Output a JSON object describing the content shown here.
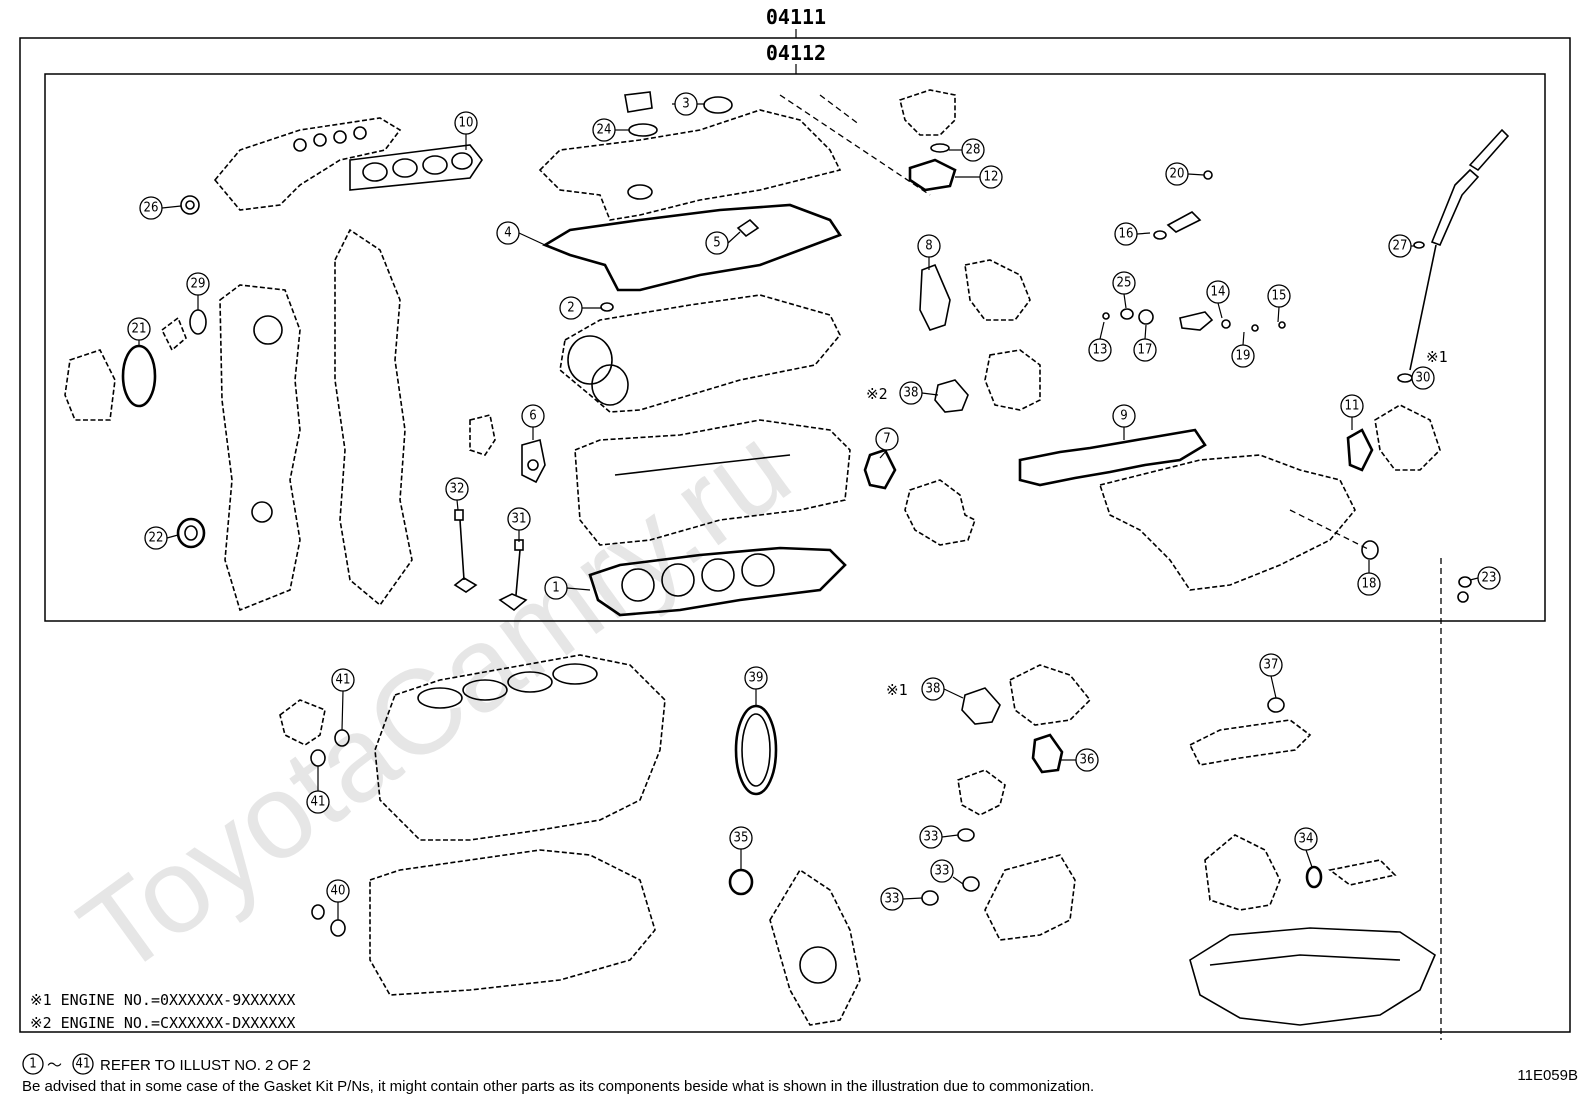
{
  "kits": {
    "outer": "04111",
    "inner": "04112"
  },
  "callouts": {
    "c1": "1",
    "c2": "2",
    "c3": "3",
    "c4": "4",
    "c5": "5",
    "c6": "6",
    "c7": "7",
    "c8": "8",
    "c9": "9",
    "c10": "10",
    "c11": "11",
    "c12": "12",
    "c13": "13",
    "c14": "14",
    "c15": "15",
    "c16": "16",
    "c17": "17",
    "c18": "18",
    "c19": "19",
    "c20": "20",
    "c21": "21",
    "c22": "22",
    "c23": "23",
    "c24": "24",
    "c25": "25",
    "c26": "26",
    "c27": "27",
    "c28": "28",
    "c29": "29",
    "c30": "30",
    "c31": "31",
    "c32": "32",
    "c33": "33",
    "c34": "34",
    "c35": "35",
    "c36": "36",
    "c37": "37",
    "c38": "38",
    "c39": "39",
    "c40": "40",
    "c41": "41"
  },
  "marks": {
    "m1": "※1",
    "m2": "※2"
  },
  "notes": {
    "note1": "※1 ENGINE NO.=0XXXXXX-9XXXXXX",
    "note2": "※2 ENGINE NO.=CXXXXXX-DXXXXXX"
  },
  "footer": {
    "range_start": "1",
    "range_end": "41",
    "range_sep": "～",
    "refer_text": "REFER TO ILLUST NO. 2 OF 2",
    "disclaimer": "Be advised that in some case of the Gasket Kit P/Ns, it might contain other parts as its components beside what is shown in the illustration due to commonization.",
    "diagram_code": "11E059B"
  },
  "watermark": "ToyotaCamry.ru"
}
